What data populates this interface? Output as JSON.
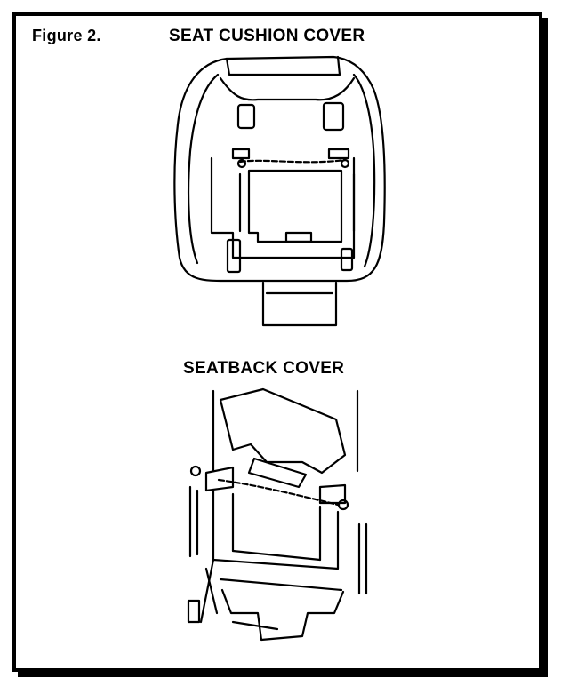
{
  "figure": {
    "label": "Figure 2.",
    "top_title": "SEAT CUSHION COVER",
    "bottom_title": "SEATBACK COVER"
  }
}
